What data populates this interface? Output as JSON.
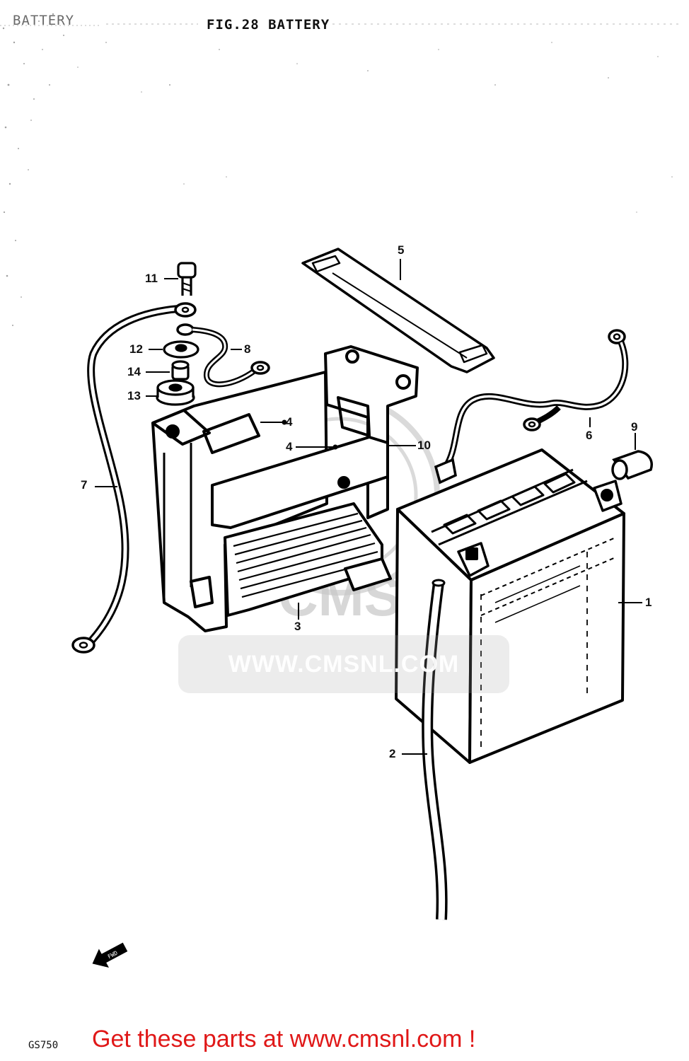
{
  "header": {
    "section_label": "BATTERY",
    "figure_title": "FIG.28  BATTERY"
  },
  "diagram": {
    "parts": [
      {
        "ref": "1"
      },
      {
        "ref": "2"
      },
      {
        "ref": "3"
      },
      {
        "ref": "4"
      },
      {
        "ref": "4"
      },
      {
        "ref": "5"
      },
      {
        "ref": "6"
      },
      {
        "ref": "7"
      },
      {
        "ref": "8"
      },
      {
        "ref": "9"
      },
      {
        "ref": "10"
      },
      {
        "ref": "11"
      },
      {
        "ref": "12"
      },
      {
        "ref": "13"
      },
      {
        "ref": "14"
      }
    ],
    "watermark": "WWW.CMSNL.COM",
    "watermark_logo": "CMS",
    "model": "GS750"
  },
  "footer": {
    "promo_text": "Get these parts at www.cmsnl.com !",
    "promo_color": "#e01818"
  },
  "icons": [
    "front-arrow-icon"
  ]
}
